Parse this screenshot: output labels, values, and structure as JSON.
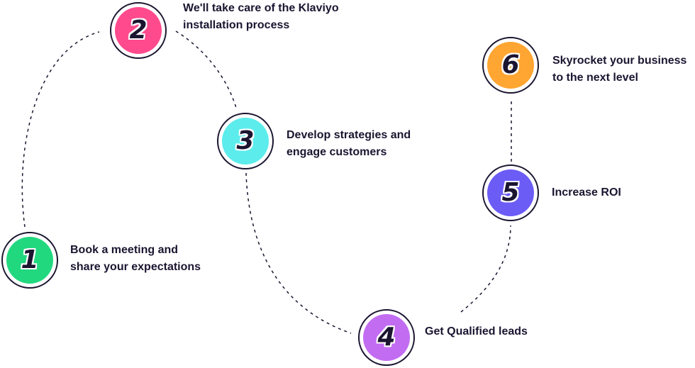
{
  "steps": [
    {
      "number": "1",
      "lines": [
        "Book a meeting and",
        "share your expectations"
      ],
      "color": "#22d87f"
    },
    {
      "number": "2",
      "lines": [
        "We'll take care of the Klaviyo",
        "installation process"
      ],
      "color": "#ff4a8d"
    },
    {
      "number": "3",
      "lines": [
        "Develop strategies and",
        "engage customers"
      ],
      "color": "#5cecec"
    },
    {
      "number": "4",
      "lines": [
        "Get Qualified leads"
      ],
      "color": "#c26cf2"
    },
    {
      "number": "5",
      "lines": [
        "Increase ROI"
      ],
      "color": "#6c5cf6"
    },
    {
      "number": "6",
      "lines": [
        "Skyrocket your business",
        "to the next level"
      ],
      "color": "#ffa532"
    }
  ],
  "colors": {
    "ink": "#1b1530",
    "connector": "#1b1530"
  }
}
